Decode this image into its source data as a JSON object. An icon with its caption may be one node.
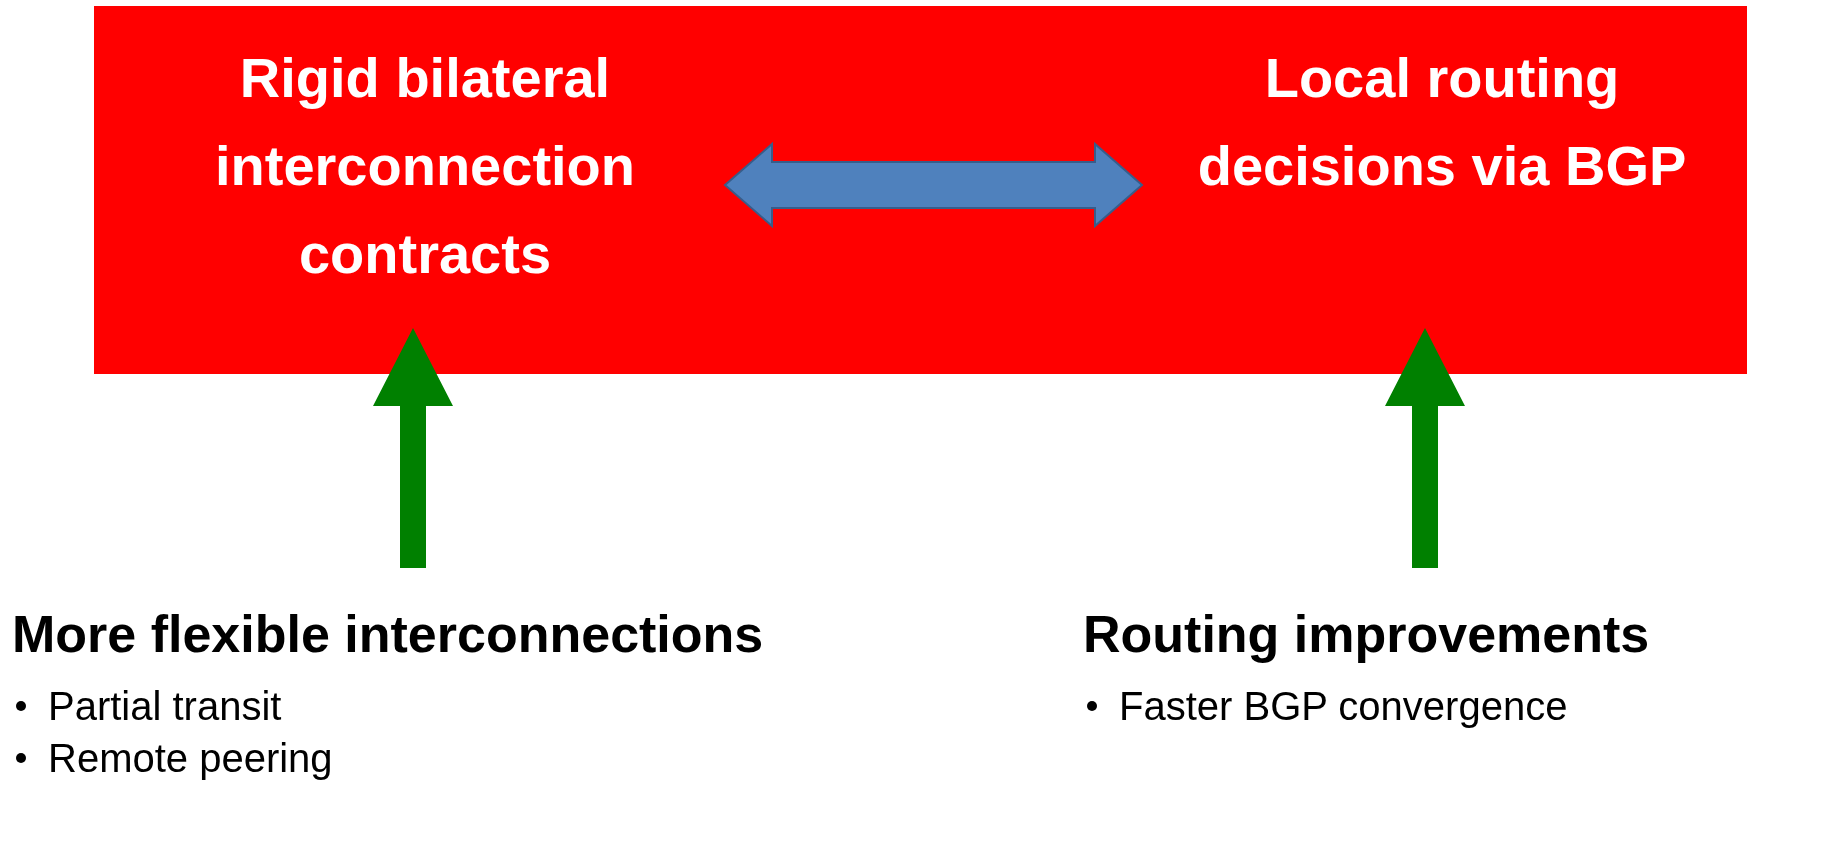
{
  "diagram": {
    "nodes": [
      {
        "text": [],
        "shape": "box"
      },
      {
        "text": [
          "Rigid bilateral interconnection contracts"
        ],
        "in": 0
      },
      {
        "text": [
          "Local routing decisions via BGP"
        ],
        "in": 0
      },
      {
        "text": [
          "More flexible interconnections",
          "Partial transit",
          "Remote peering"
        ]
      },
      {
        "text": [
          "Routing improvements",
          "Faster BGP convergence"
        ]
      }
    ],
    "edges": [
      {
        "from": 1,
        "to": 2,
        "arrow": "both",
        "style": "thick",
        "color": "#4f81bd"
      },
      {
        "from": 3,
        "to": 1,
        "arrow": "to",
        "style": "thick",
        "color": "#008000"
      },
      {
        "from": 4,
        "to": 2,
        "arrow": "to",
        "style": "thick",
        "color": "#008000"
      }
    ]
  }
}
